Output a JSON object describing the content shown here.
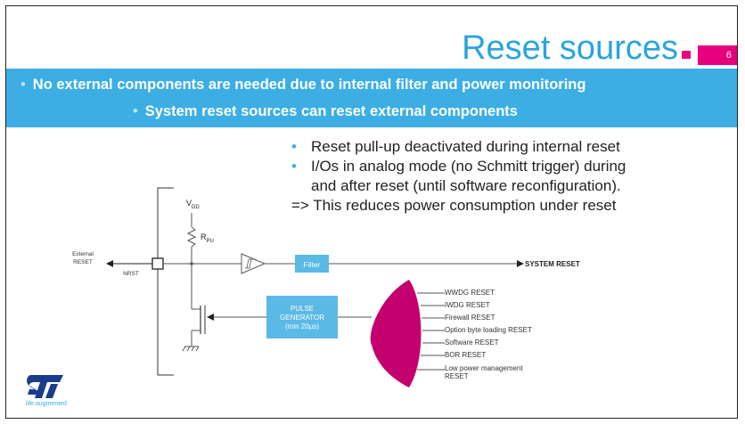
{
  "slide": {
    "title": "Reset sources",
    "page_number": "6"
  },
  "banner": {
    "line1": "No external components are needed due to internal filter and power monitoring",
    "line2": "System reset sources can reset external components"
  },
  "bullets": {
    "b1": "Reset pull-up deactivated during internal reset",
    "b2_a": "I/Os in analog mode (no Schmitt trigger) during",
    "b2_b": "and after reset (until software reconfiguration).",
    "arrow_line": "=> This reduces power consumption under reset"
  },
  "diagram": {
    "vdd": "V",
    "vdd_sub": "DD",
    "rpu": "R",
    "rpu_sub": "PU",
    "ext_reset_1": "External",
    "ext_reset_2": "RESET",
    "nrst": "NRST",
    "filter": "Filter",
    "system_reset": "SYSTEM RESET",
    "pulse_1": "PULSE",
    "pulse_2": "GENERATOR",
    "pulse_3": "(min 20µs)",
    "sources": [
      "WWDG RESET",
      "IWDG RESET",
      "Firewall RESET",
      "Option byte loading RESET",
      "Software RESET",
      "BOR RESET",
      "Low power management",
      "RESET"
    ],
    "colors": {
      "accent": "#3caee3",
      "or_gate": "#c4006f",
      "pulse_box": "#5bb9e6"
    }
  },
  "footer": {
    "logo": "ST",
    "tagline": "life.augmented"
  }
}
